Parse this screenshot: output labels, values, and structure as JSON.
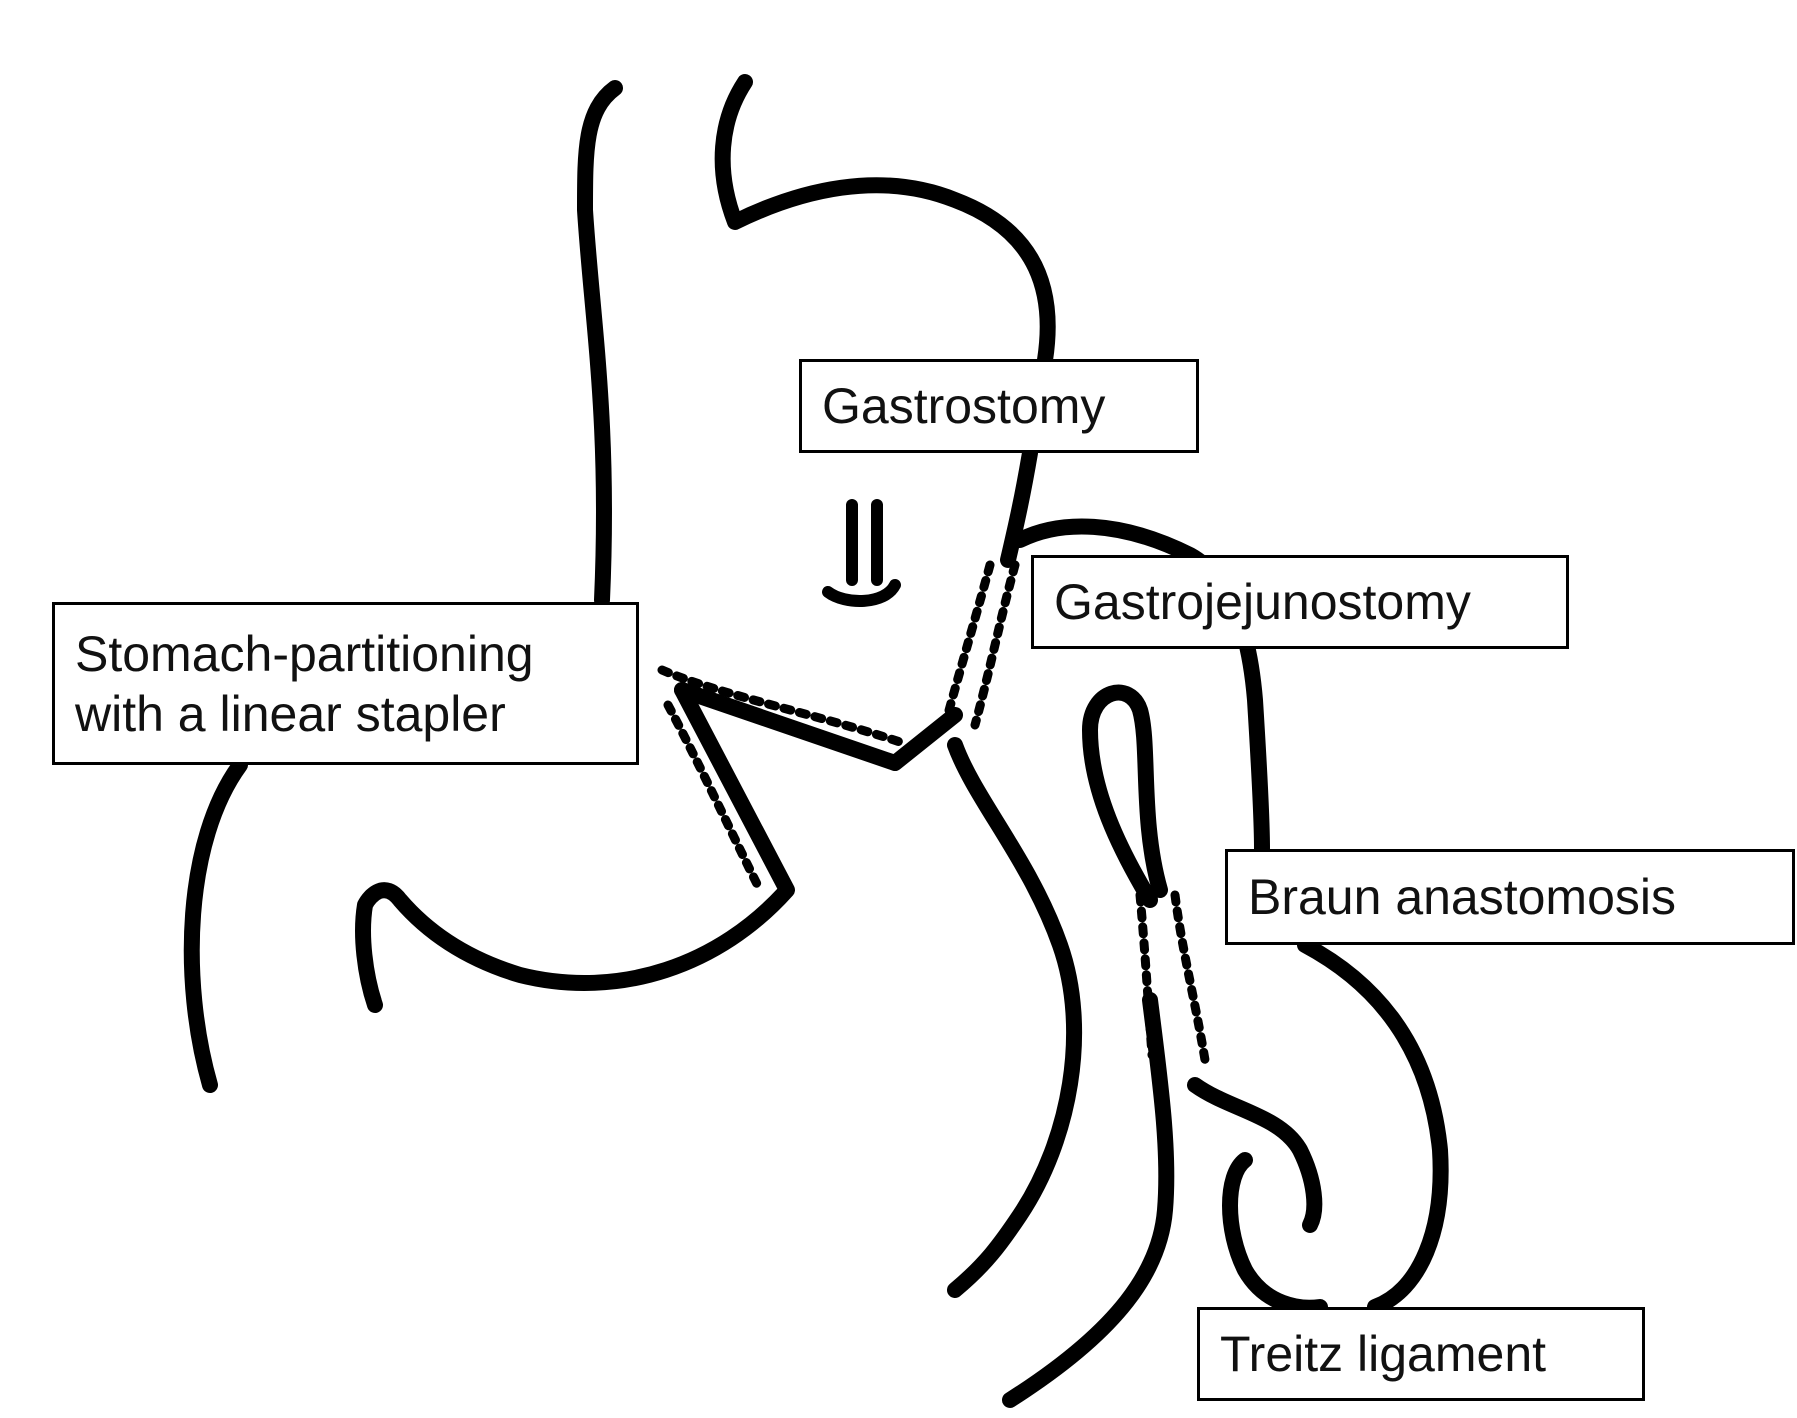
{
  "diagram": {
    "labels": {
      "gastrostomy": "Gastrostomy",
      "gastrojejunostomy": "Gastrojejunostomy",
      "stomach_partitioning_line1": "Stomach-partitioning",
      "stomach_partitioning_line2": "with a linear stapler",
      "braun_anastomosis": "Braun anastomosis",
      "treitz_ligament": "Treitz ligament"
    },
    "colors": {
      "line": "#000000",
      "background": "#ffffff"
    },
    "icons": [
      "flow-arrow-icon"
    ]
  }
}
